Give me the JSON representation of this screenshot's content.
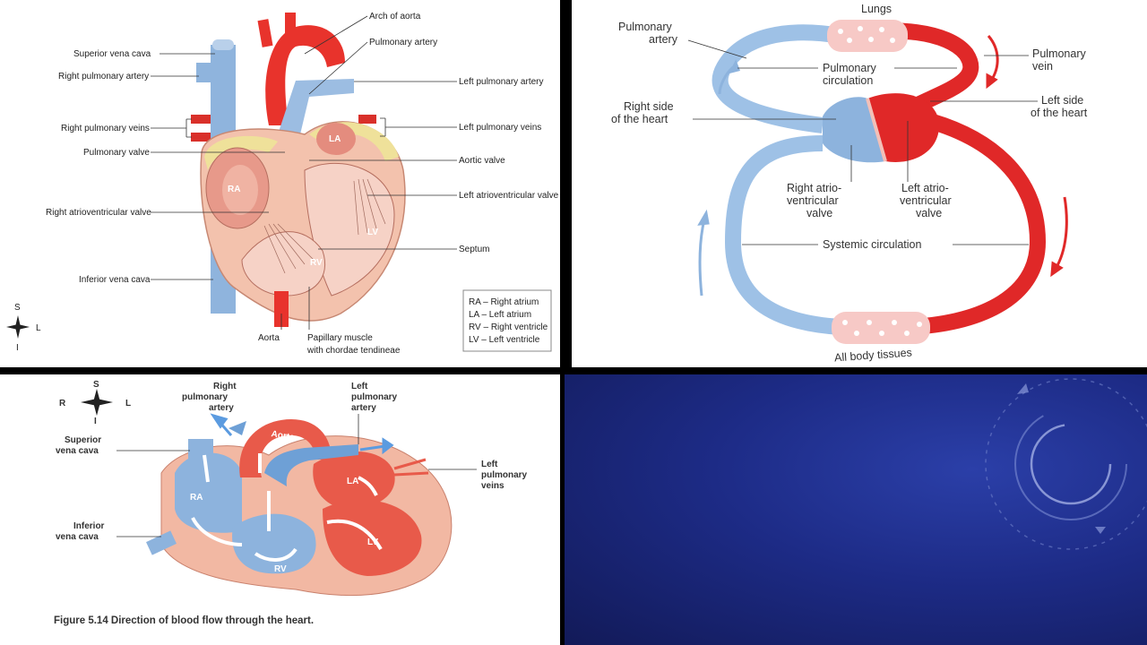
{
  "panel1": {
    "labels_left": {
      "superior_vena_cava": "Superior vena cava",
      "right_pulmonary_artery": "Right pulmonary artery",
      "right_pulmonary_veins": "Right pulmonary veins",
      "pulmonary_valve": "Pulmonary valve",
      "right_av_valve": "Right atrioventricular valve",
      "inferior_vena_cava": "Inferior vena cava"
    },
    "labels_right": {
      "arch_of_aorta": "Arch of aorta",
      "pulmonary_artery": "Pulmonary artery",
      "left_pulmonary_artery": "Left pulmonary artery",
      "left_pulmonary_veins": "Left pulmonary veins",
      "aortic_valve": "Aortic valve",
      "left_av_valve": "Left atrioventricular valve",
      "septum": "Septum"
    },
    "labels_bottom": {
      "aorta": "Aorta",
      "papillary_1": "Papillary muscle",
      "papillary_2": "with chordae tendineae"
    },
    "chambers": {
      "ra": "RA",
      "la": "LA",
      "rv": "RV",
      "lv": "LV"
    },
    "compass": {
      "s": "S",
      "l": "L",
      "i": "I"
    },
    "legend": [
      "RA – Right atrium",
      "LA – Left atrium",
      "RV – Right ventricle",
      "LV – Left ventricle"
    ]
  },
  "panel2": {
    "lungs": "Lungs",
    "pulmonary_artery_1": "Pulmonary",
    "pulmonary_artery_2": "artery",
    "pulmonary_circulation_1": "Pulmonary",
    "pulmonary_circulation_2": "circulation",
    "pulmonary_vein_1": "Pulmonary",
    "pulmonary_vein_2": "vein",
    "right_side_1": "Right side",
    "right_side_2": "of the heart",
    "left_side_1": "Left side",
    "left_side_2": "of the heart",
    "right_av_1": "Right atrio-",
    "right_av_2": "ventricular",
    "right_av_3": "valve",
    "left_av_1": "Left atrio-",
    "left_av_2": "ventricular",
    "left_av_3": "valve",
    "systemic": "Systemic circulation",
    "body_tissues": "All body tissues"
  },
  "panel3": {
    "compass": {
      "s": "S",
      "r": "R",
      "l": "L",
      "i": "I"
    },
    "right_pulmonary_artery_1": "Right",
    "right_pulmonary_artery_2": "pulmonary",
    "right_pulmonary_artery_3": "artery",
    "left_pulmonary_artery_1": "Left",
    "left_pulmonary_artery_2": "pulmonary",
    "left_pulmonary_artery_3": "artery",
    "superior_vena_cava_1": "Superior",
    "superior_vena_cava_2": "vena cava",
    "left_pulmonary_veins_1": "Left",
    "left_pulmonary_veins_2": "pulmonary",
    "left_pulmonary_veins_3": "veins",
    "inferior_vena_cava_1": "Inferior",
    "inferior_vena_cava_2": "vena cava",
    "aorta": "Aorta",
    "chambers": {
      "ra": "RA",
      "la": "LA",
      "rv": "RV",
      "lv": "LV"
    },
    "caption": "Figure 5.14  Direction of blood flow through the heart."
  },
  "colors": {
    "oxygenated": "#e8332c",
    "deoxygenated": "#8db3dd",
    "muscle": "#f2b8a3",
    "background_slide": "#1d2b86"
  }
}
